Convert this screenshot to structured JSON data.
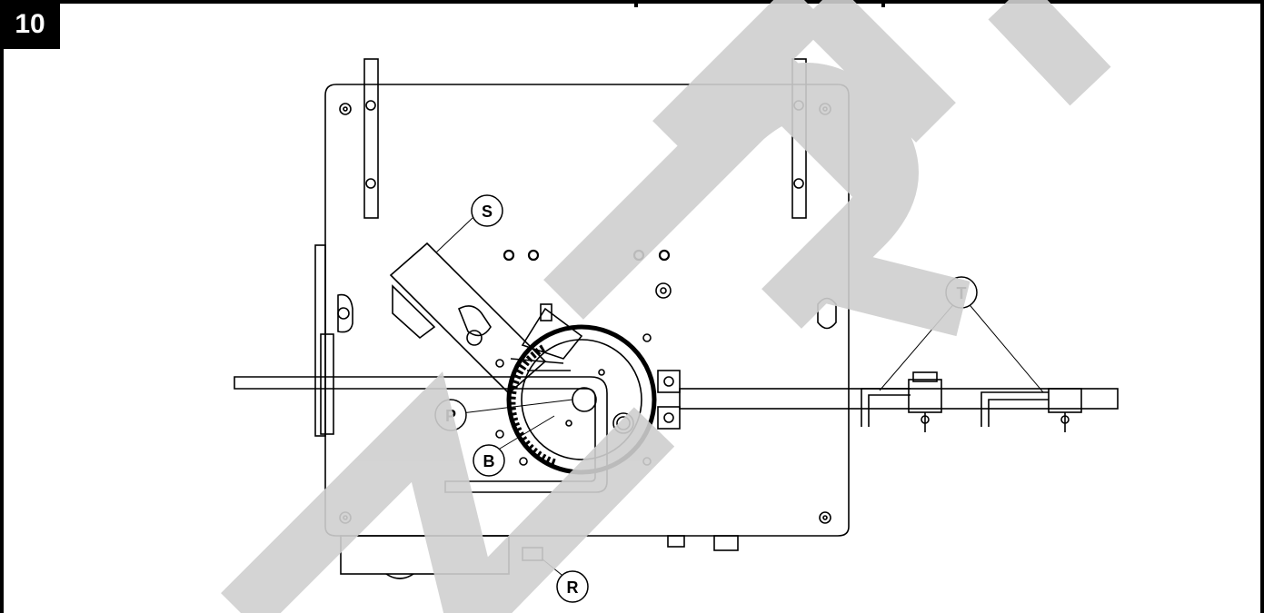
{
  "figure": {
    "number": "10",
    "watermark": "MREL"
  },
  "callouts": {
    "s": "S",
    "t": "T",
    "p": "P",
    "b": "B",
    "r": "R"
  },
  "colors": {
    "ink": "#000000",
    "paper": "#ffffff",
    "watermark": "#cfcfcf"
  }
}
